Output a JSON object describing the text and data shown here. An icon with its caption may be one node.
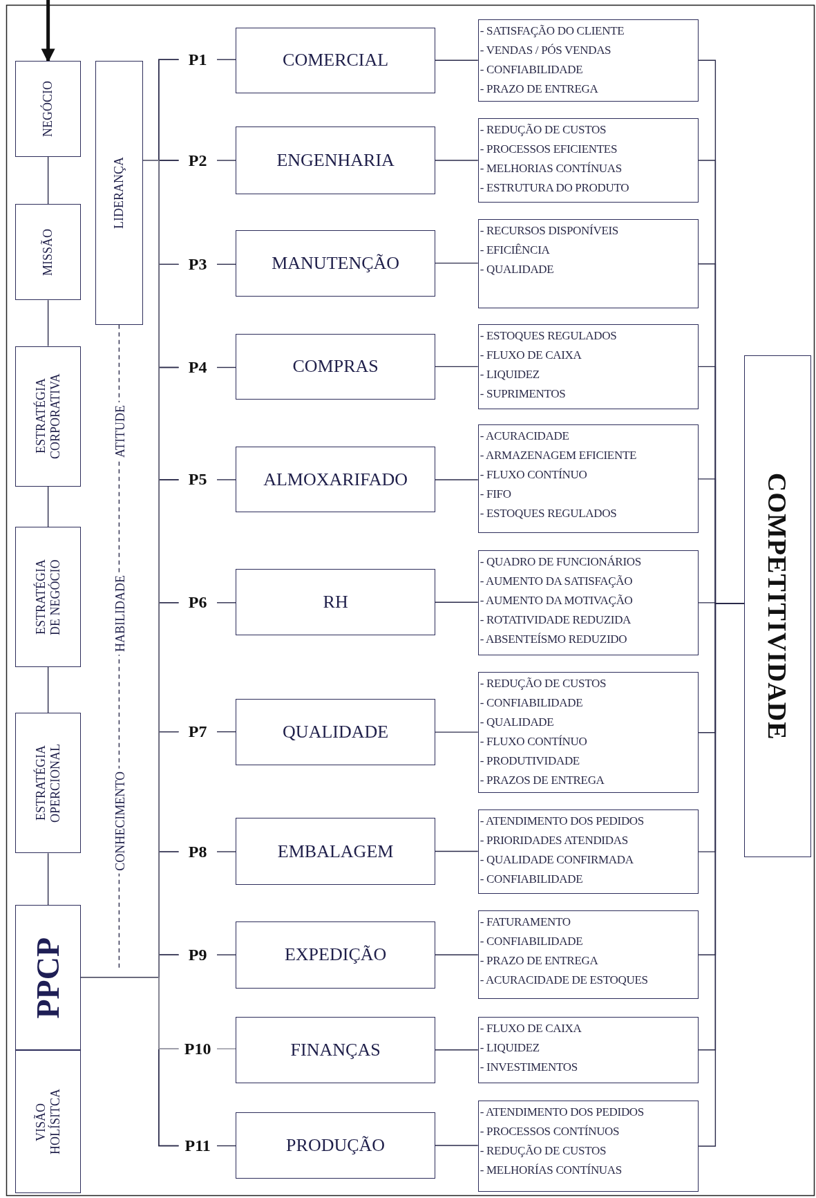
{
  "diagram": {
    "nodes": [
      {
        "text": [
          "NEGÓCIO"
        ]
      },
      {
        "text": [
          "MISSÃO"
        ]
      },
      {
        "text": [
          "ESTRATÉGIA CORPORATIVA"
        ]
      },
      {
        "text": [
          "ESTRATÉGIA DE NEGÓCIO"
        ]
      },
      {
        "text": [
          "ESTRATÉGIA OPERCIONAL"
        ]
      },
      {
        "text": [
          "PPCP"
        ]
      },
      {
        "text": [
          "VISÃO HOLÍSITCA"
        ]
      },
      {
        "text": [
          "LIDERANÇA"
        ]
      },
      {
        "text": [
          "P1"
        ]
      },
      {
        "text": [
          "P2"
        ]
      },
      {
        "text": [
          "P3"
        ]
      },
      {
        "text": [
          "P4"
        ]
      },
      {
        "text": [
          "P5"
        ]
      },
      {
        "text": [
          "P6"
        ]
      },
      {
        "text": [
          "P7"
        ]
      },
      {
        "text": [
          "P8"
        ]
      },
      {
        "text": [
          "P9"
        ]
      },
      {
        "text": [
          "P10"
        ]
      },
      {
        "text": [
          "P11"
        ]
      },
      {
        "text": [
          "COMERCIAL"
        ]
      },
      {
        "text": [
          "ENGENHARIA"
        ]
      },
      {
        "text": [
          "MANUTENÇÃO"
        ]
      },
      {
        "text": [
          "COMPRAS"
        ]
      },
      {
        "text": [
          "ALMOXARIFADO"
        ]
      },
      {
        "text": [
          "RH"
        ]
      },
      {
        "text": [
          "QUALIDADE"
        ]
      },
      {
        "text": [
          "EMBALAGEM"
        ]
      },
      {
        "text": [
          "EXPEDIÇÃO"
        ]
      },
      {
        "text": [
          "FINANÇAS"
        ]
      },
      {
        "text": [
          "PRODUÇÃO"
        ]
      },
      {
        "text": [
          "- SATISFAÇÃO DO CLIENTE",
          "- VENDAS / PÓS VENDAS",
          "- CONFIABILIDADE",
          "- PRAZO DE ENTREGA"
        ]
      },
      {
        "text": [
          "- REDUÇÃO DE CUSTOS",
          "- PROCESSOS EFICIENTES",
          "- MELHORIAS CONTÍNUAS",
          "- ESTRUTURA DO PRODUTO"
        ]
      },
      {
        "text": [
          "- RECURSOS DISPONÍVEIS",
          "- EFICIÊNCIA",
          "- QUALIDADE"
        ]
      },
      {
        "text": [
          "- ESTOQUES REGULADOS",
          "- FLUXO DE CAIXA",
          "- LIQUIDEZ",
          "- SUPRIMENTOS"
        ]
      },
      {
        "text": [
          "- ACURACIDADE",
          "- ARMAZENAGEM EFICIENTE",
          "- FLUXO CONTÍNUO",
          "- FIFO",
          "- ESTOQUES REGULADOS"
        ]
      },
      {
        "text": [
          "- QUADRO DE FUNCIONÁRIOS",
          "- AUMENTO DA SATISFAÇÃO",
          "- AUMENTO DA MOTIVAÇÃO",
          "- ROTATIVIDADE REDUZIDA",
          "- ABSENTEÍSMO REDUZIDO"
        ]
      },
      {
        "text": [
          "- REDUÇÃO DE CUSTOS",
          "- CONFIABILIDADE",
          "- QUALIDADE",
          "- FLUXO CONTÍNUO",
          "- PRODUTIVIDADE",
          "- PRAZOS DE ENTREGA"
        ]
      },
      {
        "text": [
          "- ATENDIMENTO DOS PEDIDOS",
          "- PRIORIDADES ATENDIDAS",
          "- QUALIDADE CONFIRMADA",
          "- CONFIABILIDADE"
        ]
      },
      {
        "text": [
          "- FATURAMENTO",
          "- CONFIABILIDADE",
          "- PRAZO DE ENTREGA",
          "- ACURACIDADE DE ESTOQUES"
        ]
      },
      {
        "text": [
          "- FLUXO DE CAIXA",
          "- LIQUIDEZ",
          "- INVESTIMENTOS"
        ]
      },
      {
        "text": [
          "- ATENDIMENTO DOS PEDIDOS",
          "- PROCESSOS CONTÍNUOS",
          "- REDUÇÃO DE CUSTOS",
          "- MELHORÍAS CONTÍNUAS"
        ]
      },
      {
        "text": [
          "COMPETITIVIDADE"
        ]
      }
    ],
    "edges": [
      {
        "from": null,
        "to": 0,
        "arrow": "to",
        "style": "thick"
      },
      {
        "from": 0,
        "to": 1,
        "arrow": "none"
      },
      {
        "from": 1,
        "to": 2,
        "arrow": "none"
      },
      {
        "from": 2,
        "to": 3,
        "arrow": "none"
      },
      {
        "from": 3,
        "to": 4,
        "arrow": "none"
      },
      {
        "from": 4,
        "to": 5,
        "arrow": "none"
      },
      {
        "from": 7,
        "to": null,
        "arrow": "none",
        "style": "dashed"
      },
      {
        "from": 5,
        "to": 8,
        "arrow": "none"
      },
      {
        "from": 5,
        "to": 9,
        "arrow": "none"
      },
      {
        "from": 5,
        "to": 10,
        "arrow": "none"
      },
      {
        "from": 5,
        "to": 11,
        "arrow": "none"
      },
      {
        "from": 5,
        "to": 12,
        "arrow": "none"
      },
      {
        "from": 5,
        "to": 13,
        "arrow": "none"
      },
      {
        "from": 5,
        "to": 14,
        "arrow": "none"
      },
      {
        "from": 5,
        "to": 15,
        "arrow": "none"
      },
      {
        "from": 5,
        "to": 16,
        "arrow": "none"
      },
      {
        "from": 5,
        "to": 17,
        "arrow": "none",
        "color": "#8c8c99"
      },
      {
        "from": 5,
        "to": 18,
        "arrow": "none"
      },
      {
        "from": 7,
        "to": 8,
        "arrow": "none"
      },
      {
        "from": 7,
        "to": 9,
        "arrow": "none"
      },
      {
        "from": 7,
        "to": 10,
        "arrow": "none"
      },
      {
        "from": 7,
        "to": 11,
        "arrow": "none"
      },
      {
        "from": 7,
        "to": 12,
        "arrow": "none"
      },
      {
        "from": 7,
        "to": 13,
        "arrow": "none"
      },
      {
        "from": 7,
        "to": 14,
        "arrow": "none"
      },
      {
        "from": 7,
        "to": 15,
        "arrow": "none"
      },
      {
        "from": 7,
        "to": 16,
        "arrow": "none"
      },
      {
        "from": 7,
        "to": 17,
        "arrow": "none",
        "color": "#8c8c99"
      },
      {
        "from": 7,
        "to": 18,
        "arrow": "none"
      },
      {
        "from": 8,
        "to": 19,
        "arrow": "none"
      },
      {
        "from": 9,
        "to": 20,
        "arrow": "none"
      },
      {
        "from": 10,
        "to": 21,
        "arrow": "none"
      },
      {
        "from": 11,
        "to": 22,
        "arrow": "none"
      },
      {
        "from": 12,
        "to": 23,
        "arrow": "none"
      },
      {
        "from": 13,
        "to": 24,
        "arrow": "none"
      },
      {
        "from": 14,
        "to": 25,
        "arrow": "none"
      },
      {
        "from": 15,
        "to": 26,
        "arrow": "none"
      },
      {
        "from": 16,
        "to": 27,
        "arrow": "none"
      },
      {
        "from": 17,
        "to": 28,
        "arrow": "none",
        "color": "#8c8c99"
      },
      {
        "from": 18,
        "to": 29,
        "arrow": "none"
      },
      {
        "from": 19,
        "to": 30,
        "arrow": "none"
      },
      {
        "from": 20,
        "to": 31,
        "arrow": "none"
      },
      {
        "from": 21,
        "to": 32,
        "arrow": "none"
      },
      {
        "from": 22,
        "to": 33,
        "arrow": "none"
      },
      {
        "from": 23,
        "to": 34,
        "arrow": "none"
      },
      {
        "from": 24,
        "to": 35,
        "arrow": "none"
      },
      {
        "from": 25,
        "to": 36,
        "arrow": "none"
      },
      {
        "from": 26,
        "to": 37,
        "arrow": "none"
      },
      {
        "from": 27,
        "to": 38,
        "arrow": "none"
      },
      {
        "from": 28,
        "to": 39,
        "arrow": "none"
      },
      {
        "from": 29,
        "to": 40,
        "arrow": "none"
      },
      {
        "from": 30,
        "to": 41,
        "arrow": "none"
      },
      {
        "from": 31,
        "to": 41,
        "arrow": "none"
      },
      {
        "from": 32,
        "to": 41,
        "arrow": "none"
      },
      {
        "from": 33,
        "to": 41,
        "arrow": "none"
      },
      {
        "from": 34,
        "to": 41,
        "arrow": "none"
      },
      {
        "from": 35,
        "to": 41,
        "arrow": "none"
      },
      {
        "from": 36,
        "to": 41,
        "arrow": "none"
      },
      {
        "from": 37,
        "to": 41,
        "arrow": "none"
      },
      {
        "from": 38,
        "to": 41,
        "arrow": "none"
      },
      {
        "from": 39,
        "to": 41,
        "arrow": "none"
      },
      {
        "from": 40,
        "to": 41,
        "arrow": "none"
      }
    ],
    "labels": [
      "ATITUDE",
      "HABILIDADE",
      "CONHECIMENTO"
    ]
  }
}
